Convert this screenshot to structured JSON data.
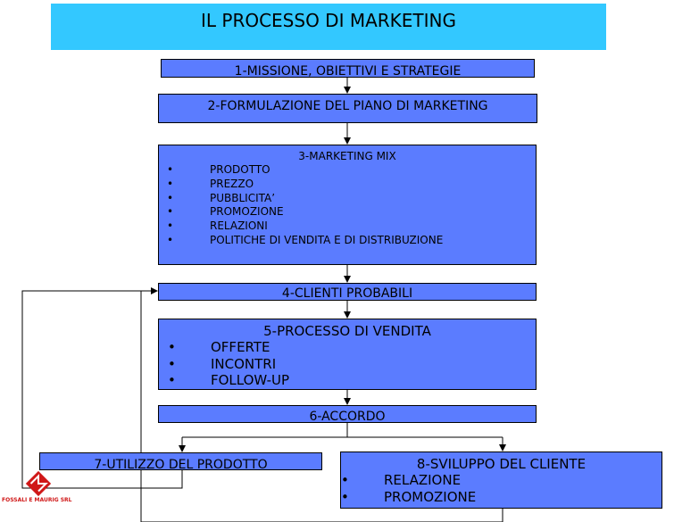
{
  "title": "IL PROCESSO DI MARKETING",
  "steps": {
    "s1": "1-MISSIONE, OBIETTIVI E STRATEGIE",
    "s2": "2-FORMULAZIONE DEL PIANO DI MARKETING",
    "s3": {
      "label": "3-MARKETING MIX",
      "items": [
        "PRODOTTO",
        "PREZZO",
        "PUBBLICITA’",
        "PROMOZIONE",
        "RELAZIONI",
        "POLITICHE DI VENDITA E  DI DISTRIBUZIONE"
      ]
    },
    "s4": "4-CLIENTI PROBABILI",
    "s5": {
      "label": "5-PROCESSO DI VENDITA",
      "items": [
        "OFFERTE",
        "INCONTRI",
        "FOLLOW-UP"
      ]
    },
    "s6": "6-ACCORDO",
    "s7": "7-UTILIZZO DEL PRODOTTO",
    "s8": {
      "label": "8-SVILUPPO DEL CLIENTE",
      "items": [
        "RELAZIONE",
        "PROMOZIONE"
      ]
    }
  },
  "logo": {
    "text": "FOSSALI E MAURIG SRL",
    "color": "#d01818"
  },
  "colors": {
    "title_bg": "#33c8ff",
    "box_fill": "#5b7cff"
  }
}
